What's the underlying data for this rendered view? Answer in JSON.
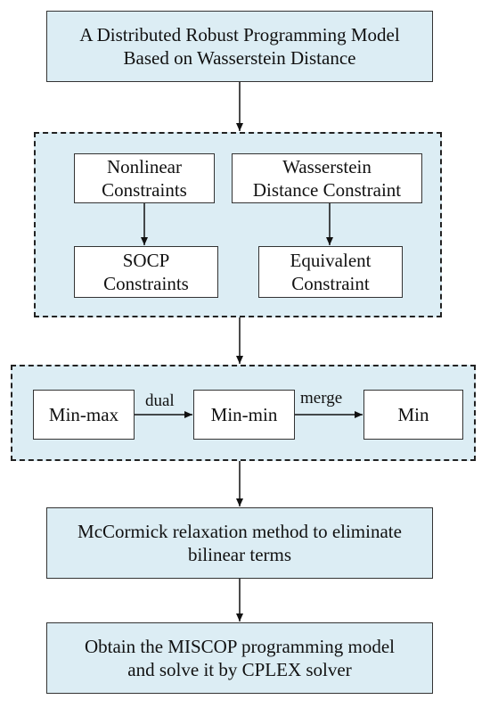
{
  "nodes": {
    "top": "A Distributed Robust Programming Model\nBased on Wasserstein Distance",
    "nonlinear": "Nonlinear\nConstraints",
    "wasserstein": "Wasserstein\nDistance Constraint",
    "socp": "SOCP\nConstraints",
    "equivalent": "Equivalent\nConstraint",
    "minmax": "Min-max",
    "minmin": "Min-min",
    "min": "Min",
    "mccormick": "McCormick relaxation method to eliminate\nbilinear terms",
    "miscop": "Obtain the MISCOP programming model\nand solve it by CPLEX solver"
  },
  "edge_labels": {
    "dual": "dual",
    "merge": "merge"
  },
  "colors": {
    "fill": "#dcedf4",
    "stroke": "#333333"
  }
}
